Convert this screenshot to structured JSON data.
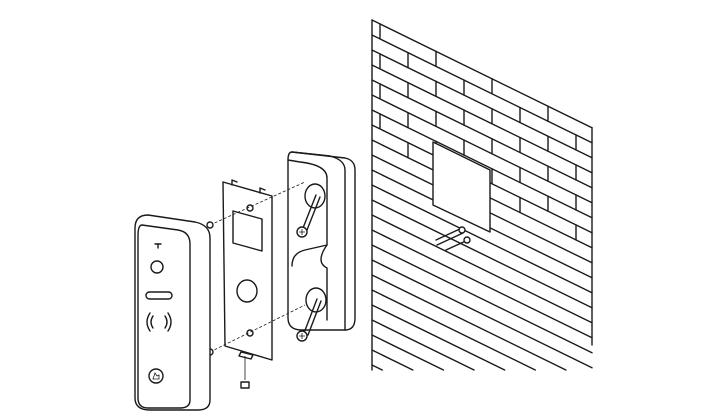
{
  "colors": {
    "line": "#1a1a1a",
    "background": "#ffffff"
  },
  "parts": [
    "doorbell-panel",
    "mounting-plate",
    "angle-bracket",
    "brick-wall",
    "screws"
  ]
}
